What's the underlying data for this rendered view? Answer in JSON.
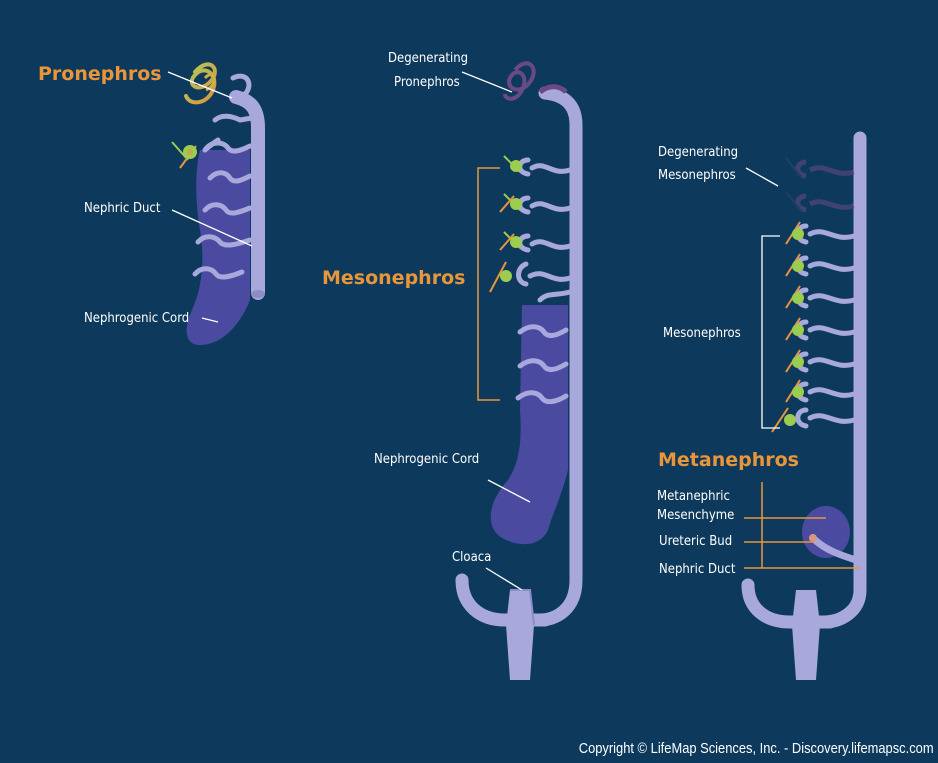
{
  "stage1": {
    "pronephros": "Pronephros",
    "nephric_duct": "Nephric Duct",
    "nephrogenic_cord": "Nephrogenic Cord"
  },
  "stage2": {
    "degenerating_pronephros_line1": "Degenerating",
    "degenerating_pronephros_line2": "Pronephros",
    "mesonephros": "Mesonephros",
    "nephrogenic_cord": "Nephrogenic Cord",
    "cloaca": "Cloaca"
  },
  "stage3": {
    "degenerating_mesonephros_line1": "Degenerating",
    "degenerating_mesonephros_line2": "Mesonephros",
    "mesonephros": "Mesonephros",
    "metanephros": "Metanephros",
    "metanephric_mesenchyme_line1": "Metanephric",
    "metanephric_mesenchyme_line2": "Mesenchyme",
    "ureteric_bud": "Ureteric Bud",
    "nephric_duct": "Nephric Duct"
  },
  "credit": "Copyright © LifeMap Sciences, Inc. - Discovery.lifemapsc.com",
  "colors": {
    "background": "#0d3a5c",
    "duct": "#a8a8dc",
    "cord": "#4a4aa0",
    "highlight_label": "#e9963a",
    "glomerulus": "#9ccc50"
  }
}
